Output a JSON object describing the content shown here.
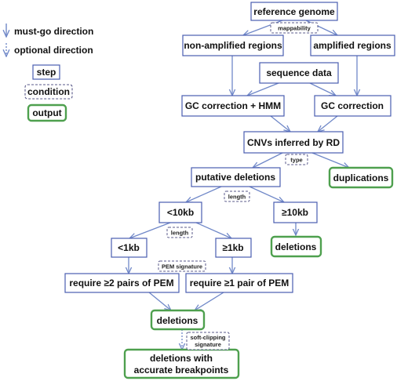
{
  "colors": {
    "step_border": "#4a5db0",
    "output_border": "#4ea04e",
    "condition_border": "#5a5a8a",
    "arrow": "#7088c8",
    "text": "#111111"
  },
  "legend": {
    "must_go": "must-go direction",
    "optional": "optional direction",
    "step": "step",
    "condition": "condition",
    "output": "output"
  },
  "nodes": {
    "reference_genome": "reference genome",
    "non_amplified": "non-amplified regions",
    "amplified": "amplified regions",
    "sequence_data": "sequence data",
    "gc_hmm": "GC correction + HMM",
    "gc": "GC correction",
    "cnvs_rd": "CNVs inferred by RD",
    "putative_deletions": "putative deletions",
    "duplications": "duplications",
    "lt10kb": "<10kb",
    "ge10kb": "≥10kb",
    "deletions_large": "deletions",
    "lt1kb": "<1kb",
    "ge1kb": "≥1kb",
    "req2pem": "require ≥2 pairs of PEM",
    "req1pem": "require ≥1 pair of PEM",
    "deletions": "deletions",
    "final_line1": "deletions with",
    "final_line2": "accurate breakpoints"
  },
  "conditions": {
    "mappability": "mappability",
    "type": "type",
    "length_1": "length",
    "length_2": "length",
    "pem_signature": "PEM signature",
    "soft_clip_line1": "soft-clipping",
    "soft_clip_line2": "signature"
  }
}
